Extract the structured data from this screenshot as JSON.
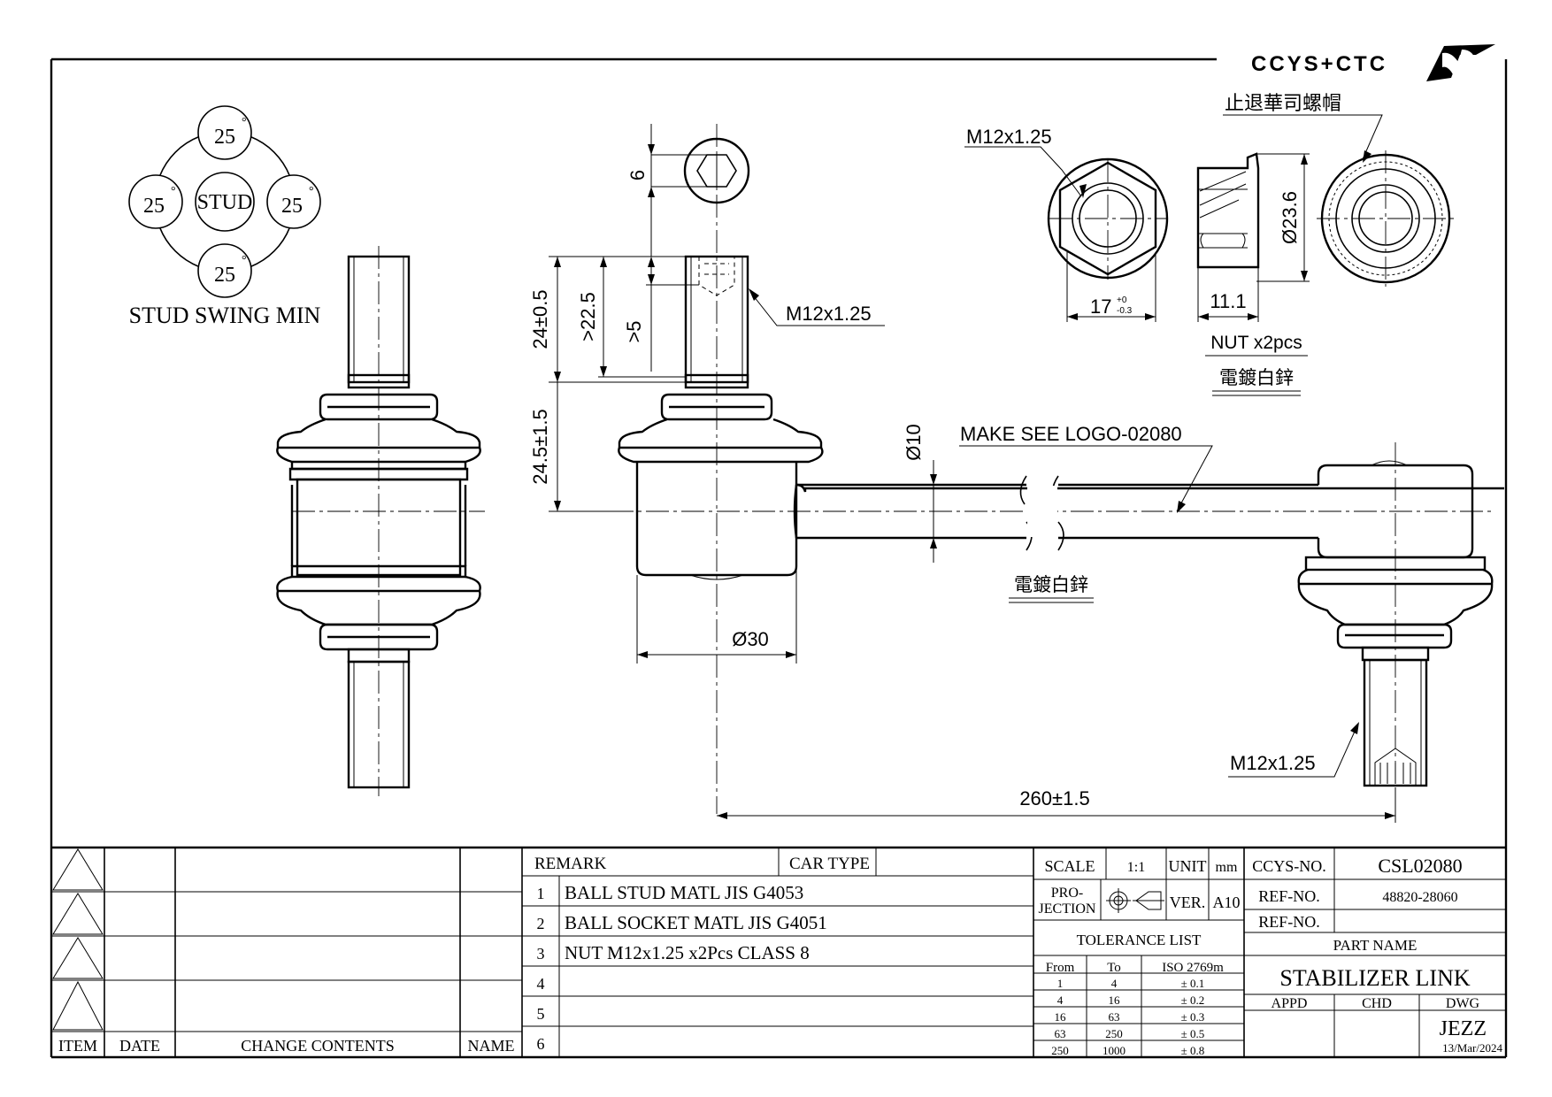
{
  "brand": {
    "logo_text": "CCYS+CTC"
  },
  "swing": {
    "label": "STUD SWING MIN",
    "center_label": "STUD",
    "angles": [
      "25",
      "25",
      "25",
      "25"
    ],
    "degree": "°"
  },
  "dims": {
    "hex_socket": "6",
    "stud_height": "24±0.5",
    "thread_min": ">22.5",
    "socket_min": ">5",
    "thread_top": "M12x1.25",
    "body_height": "24.5±1.5",
    "rod_dia": "Ø10",
    "housing_dia": "Ø30",
    "length": "260±1.5",
    "thread_bottom": "M12x1.25",
    "make_see": "MAKE SEE LOGO-02080",
    "plating_rod": "電鍍白鋅"
  },
  "nut": {
    "thread": "M12x1.25",
    "across_flats": "17",
    "tol_plus": "+0",
    "tol_minus": "-0.3",
    "height": "11.1",
    "flange_dia": "Ø23.6",
    "qty": "NUT x2pcs",
    "plating": "電鍍白鋅",
    "name_cn": "止退華司螺帽"
  },
  "revision_table": {
    "headers": [
      "ITEM",
      "DATE",
      "CHANGE CONTENTS",
      "NAME"
    ]
  },
  "remarks": {
    "remark_label": "REMARK",
    "car_type_label": "CAR TYPE",
    "rows": [
      {
        "no": "1",
        "text": "BALL STUD MATL JIS G4053"
      },
      {
        "no": "2",
        "text": "BALL SOCKET MATL JIS G4051"
      },
      {
        "no": "3",
        "text": "NUT M12x1.25 x2Pcs CLASS 8"
      },
      {
        "no": "4",
        "text": ""
      },
      {
        "no": "5",
        "text": ""
      },
      {
        "no": "6",
        "text": ""
      }
    ]
  },
  "info": {
    "scale_label": "SCALE",
    "scale": "1:1",
    "unit_label": "UNIT",
    "unit": "mm",
    "projection_label_1": "PRO-",
    "projection_label_2": "JECTION",
    "ver_label": "VER.",
    "ver": "A10"
  },
  "tolerance": {
    "title": "TOLERANCE LIST",
    "headers": [
      "From",
      "To",
      "ISO 2769m"
    ],
    "rows": [
      [
        "1",
        "4",
        "± 0.1"
      ],
      [
        "4",
        "16",
        "± 0.2"
      ],
      [
        "16",
        "63",
        "± 0.3"
      ],
      [
        "63",
        "250",
        "± 0.5"
      ],
      [
        "250",
        "1000",
        "± 0.8"
      ]
    ]
  },
  "title_block": {
    "ccys_no_label": "CCYS-NO.",
    "ccys_no": "CSL02080",
    "ref_no_label": "REF-NO.",
    "ref_no": "48820-28060",
    "ref_no2_label": "REF-NO.",
    "ref_no2": "",
    "part_name_label": "PART NAME",
    "part_name": "STABILIZER LINK",
    "appd_label": "APPD",
    "chd_label": "CHD",
    "dwg_label": "DWG",
    "dwg_by": "JEZZ",
    "date": "13/Mar/2024"
  }
}
